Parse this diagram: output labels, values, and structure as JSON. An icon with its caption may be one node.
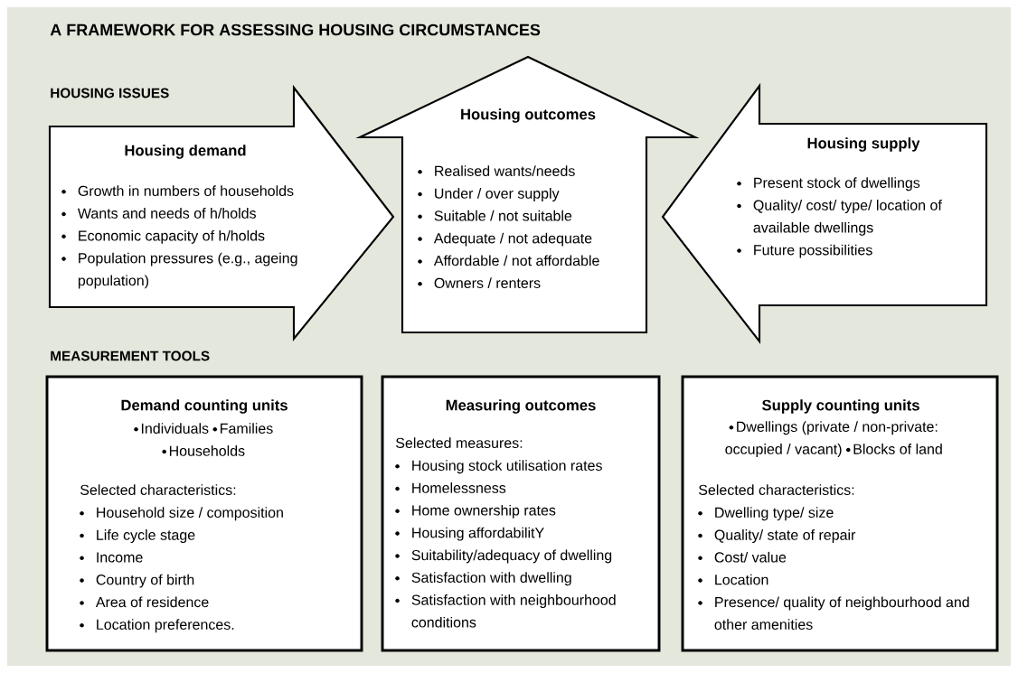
{
  "diagram": {
    "title": "A FRAMEWORK FOR ASSESSING HOUSING CIRCUMSTANCES",
    "nodes": [
      {
        "text": [
          "Housing demand",
          "Growth in numbers of households",
          "Wants and needs of h/holds",
          "Economic capacity of h/holds",
          "Population pressures (e.g., ageing population)"
        ]
      },
      {
        "text": [
          "Housing outcomes",
          "Realised wants/needs",
          "Under / over supply",
          "Suitable / not suitable",
          "Adequate / not adequate",
          "Affordable / not affordable",
          "Owners / renters"
        ]
      },
      {
        "text": [
          "Housing supply",
          "Present stock of dwellings",
          "Quality/ cost/ type/ location of available dwellings",
          "Future possibilities"
        ]
      },
      {
        "text": [
          "Demand counting units",
          "Individuals",
          "Families",
          "Households",
          "Selected characteristics:",
          "Household size / composition",
          "Life cycle stage",
          "Income",
          "Country of birth",
          "Area of residence",
          "Location preferences."
        ]
      },
      {
        "text": [
          "Measuring outcomes",
          "Selected measures:",
          "Housing stock utilisation rates",
          "Homelessness",
          "Home ownership rates",
          "Housing affordabilitY",
          "Suitability/adequacy of dwelling",
          "Satisfaction with dwelling",
          "Satisfaction with neighbourhood conditions"
        ]
      },
      {
        "text": [
          "Supply counting units",
          "Dwellings (private / non-private: occupied / vacant)",
          "Blocks of land",
          "Selected characteristics:",
          "Dwelling type/ size",
          "Quality/ state of repair",
          "Cost/ value",
          "Location",
          "Presence/ quality of neighbourhood and other amenities"
        ]
      }
    ],
    "labels": [
      "HOUSING ISSUES",
      "MEASUREMENT TOOLS"
    ]
  }
}
